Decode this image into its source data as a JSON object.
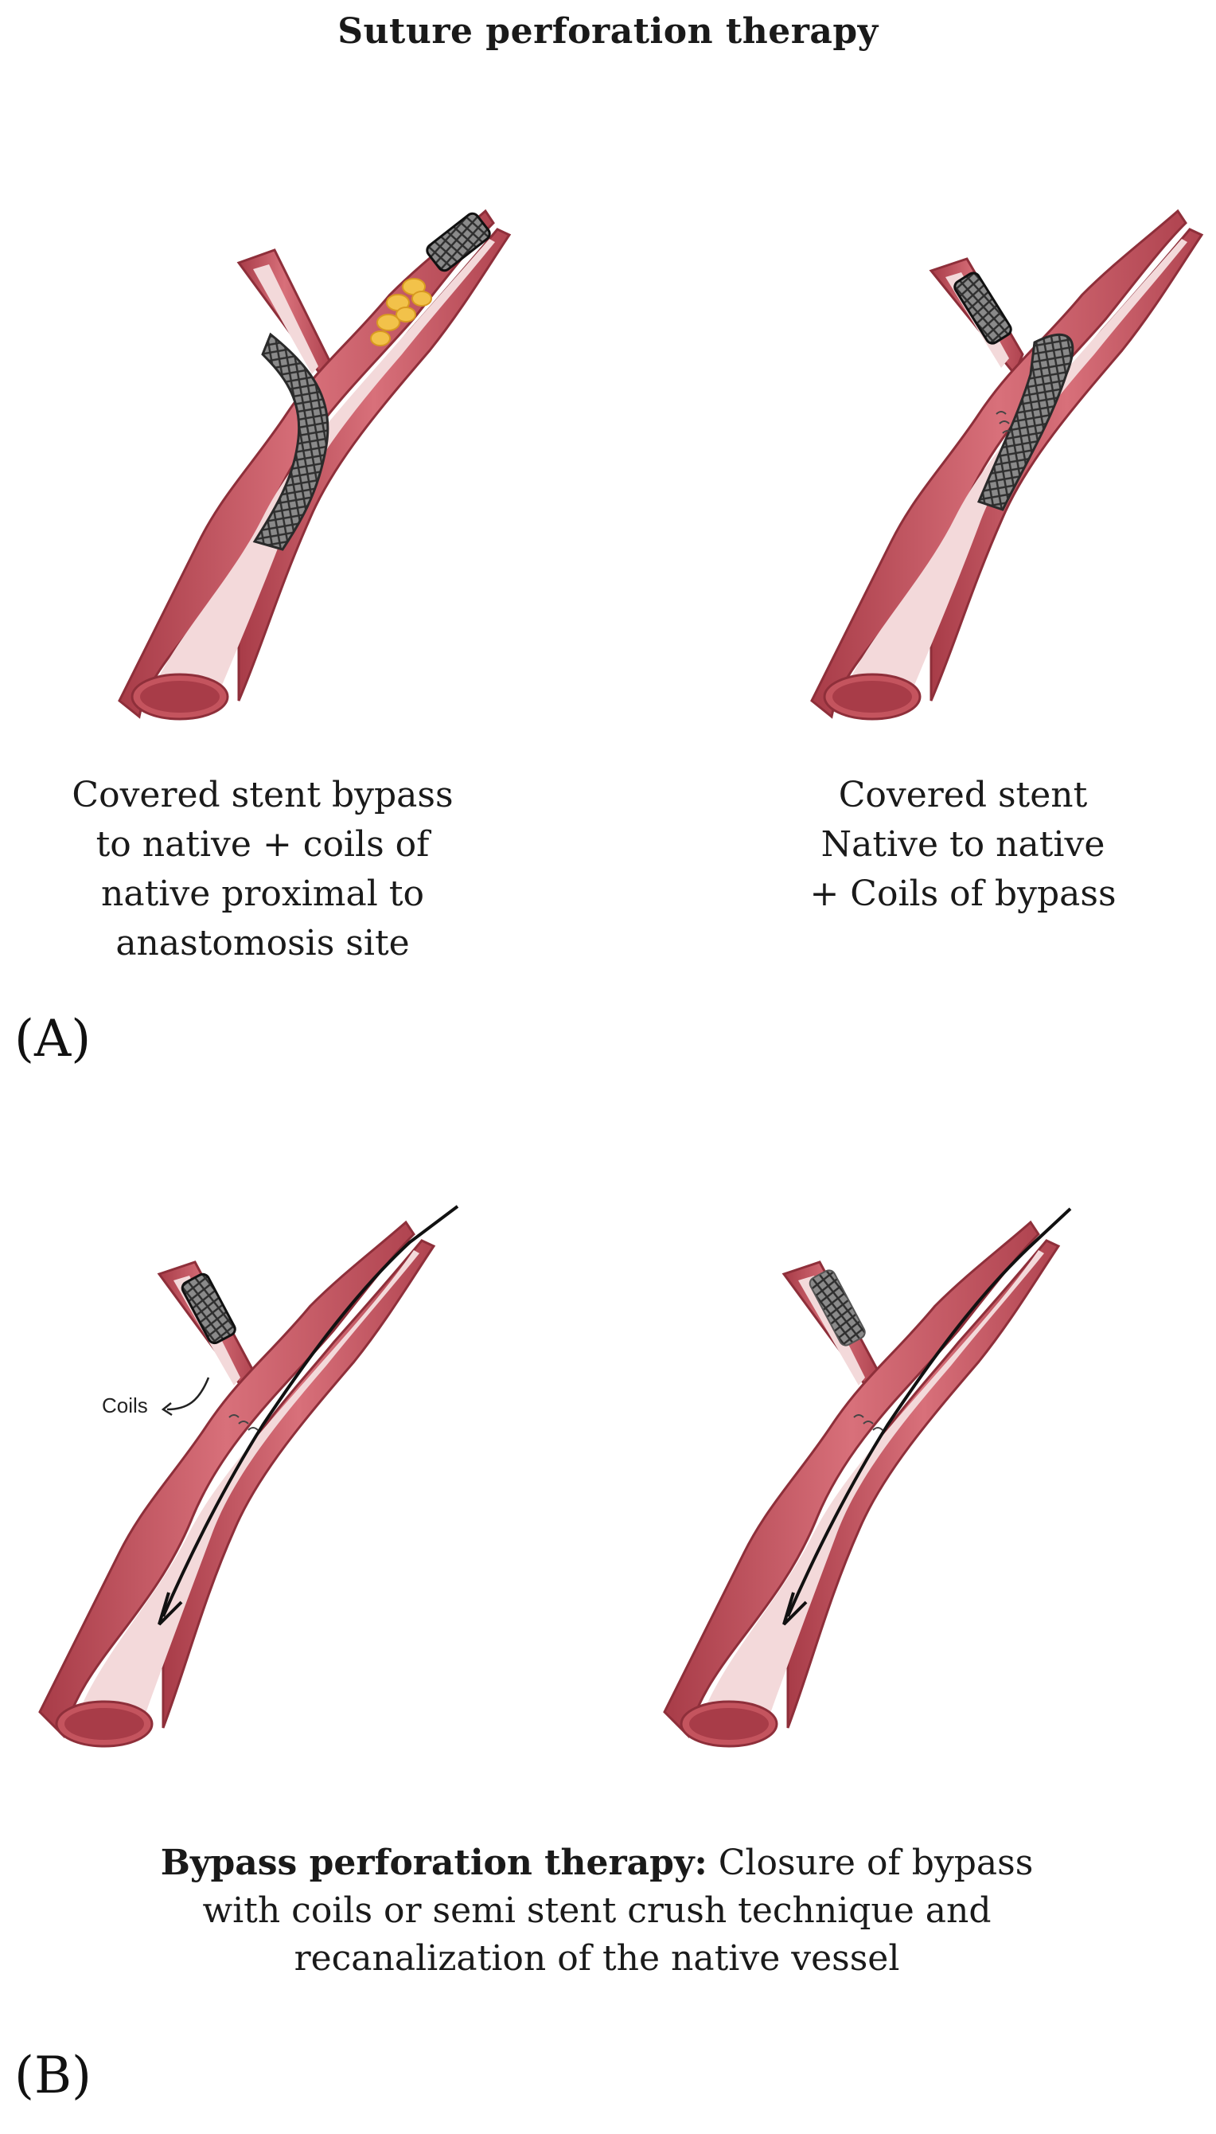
{
  "title": "Suture perforation therapy",
  "panel_a": {
    "label": "(A)",
    "left_caption": [
      "Covered stent bypass",
      "to native + coils of",
      "native proximal to",
      "anastomosis site"
    ],
    "right_caption": [
      "Covered stent",
      "Native to native",
      "+ Coils of bypass"
    ]
  },
  "panel_b": {
    "label": "(B)",
    "coils_label": "Coils",
    "caption_bold": "Bypass perforation therapy:",
    "caption_rest": " Closure of bypass",
    "caption_lines": [
      "with coils or semi stent crush technique and",
      "recanalization of the native vessel"
    ]
  },
  "colors": {
    "vessel_wall": "#c4545e",
    "vessel_lumen": "#f3d9da",
    "stent": "#5a5a5a",
    "thrombus": "#f2c24a",
    "wire": "#111111"
  }
}
